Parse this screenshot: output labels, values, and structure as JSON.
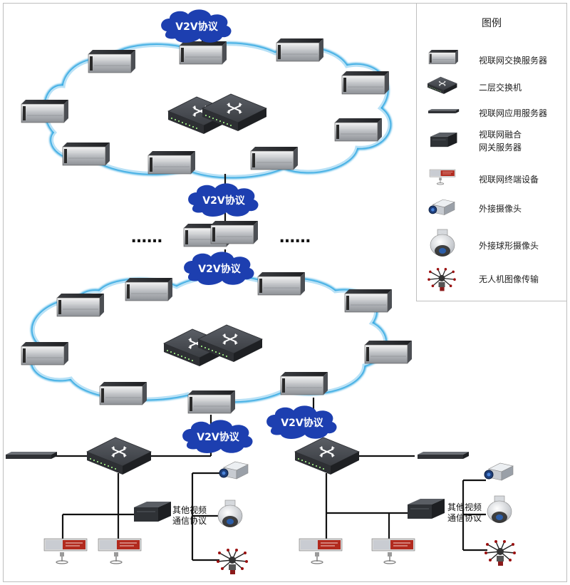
{
  "protocol_tags": [
    "V2V协议",
    "V2V协议",
    "V2V协议",
    "V2V协议",
    "V2V协议"
  ],
  "ellipsis": [
    "……",
    "……"
  ],
  "other_protocol": [
    "其他视频",
    "通信协议"
  ],
  "legend": {
    "title": "图例",
    "items": [
      {
        "icon": "video-switch-server-icon",
        "label": "视联网交换服务器"
      },
      {
        "icon": "layer2-switch-icon",
        "label": "二层交换机"
      },
      {
        "icon": "app-server-icon",
        "label": "视联网应用服务器"
      },
      {
        "icon": "gateway-server-icon",
        "label": "视联网融合\n网关服务器"
      },
      {
        "icon": "terminal-device-icon",
        "label": "视联网终端设备"
      },
      {
        "icon": "camera-icon",
        "label": "外接摄像头"
      },
      {
        "icon": "dome-camera-icon",
        "label": "外接球形摄像头"
      },
      {
        "icon": "drone-icon",
        "label": "无人机图像传输"
      }
    ]
  },
  "colors": {
    "cloud_ring": "#33a8e2",
    "protocol_cloud": "#1d3fb0",
    "protocol_text": "#ffffff",
    "line": "#111111"
  }
}
